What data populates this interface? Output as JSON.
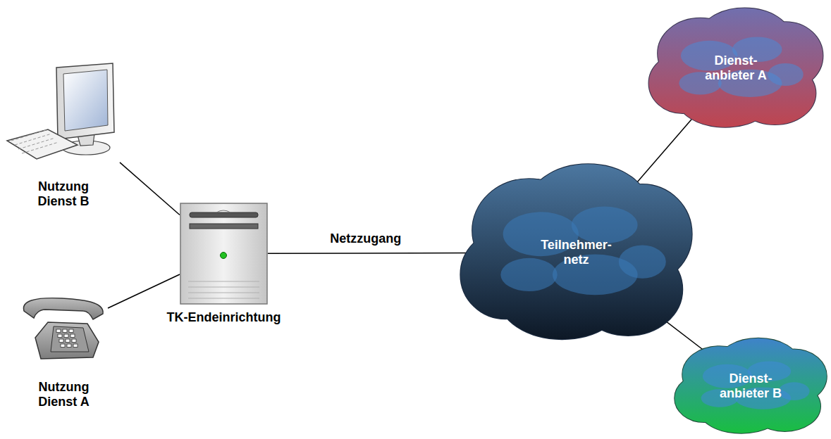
{
  "diagram": {
    "nodes": [
      {
        "text": [
          "Nutzung Dienst B"
        ]
      },
      {
        "text": [
          "Nutzung Dienst A"
        ]
      },
      {
        "text": [
          "TK-Endeinrichtung"
        ]
      },
      {
        "text": [
          "Dienst- anbieter A"
        ]
      },
      {
        "text": [
          "Teilnehmer- netz"
        ]
      },
      {
        "text": [
          "Dienst- anbieter B"
        ]
      }
    ],
    "edges": [
      {
        "from": 0,
        "to": 2,
        "arrow": "none"
      },
      {
        "from": 1,
        "to": 2,
        "arrow": "none"
      },
      {
        "from": 2,
        "to": 4,
        "label": "Netzzugang",
        "arrow": "none"
      },
      {
        "from": 4,
        "to": 3,
        "arrow": "none"
      },
      {
        "from": 4,
        "to": 5,
        "arrow": "none"
      }
    ]
  }
}
